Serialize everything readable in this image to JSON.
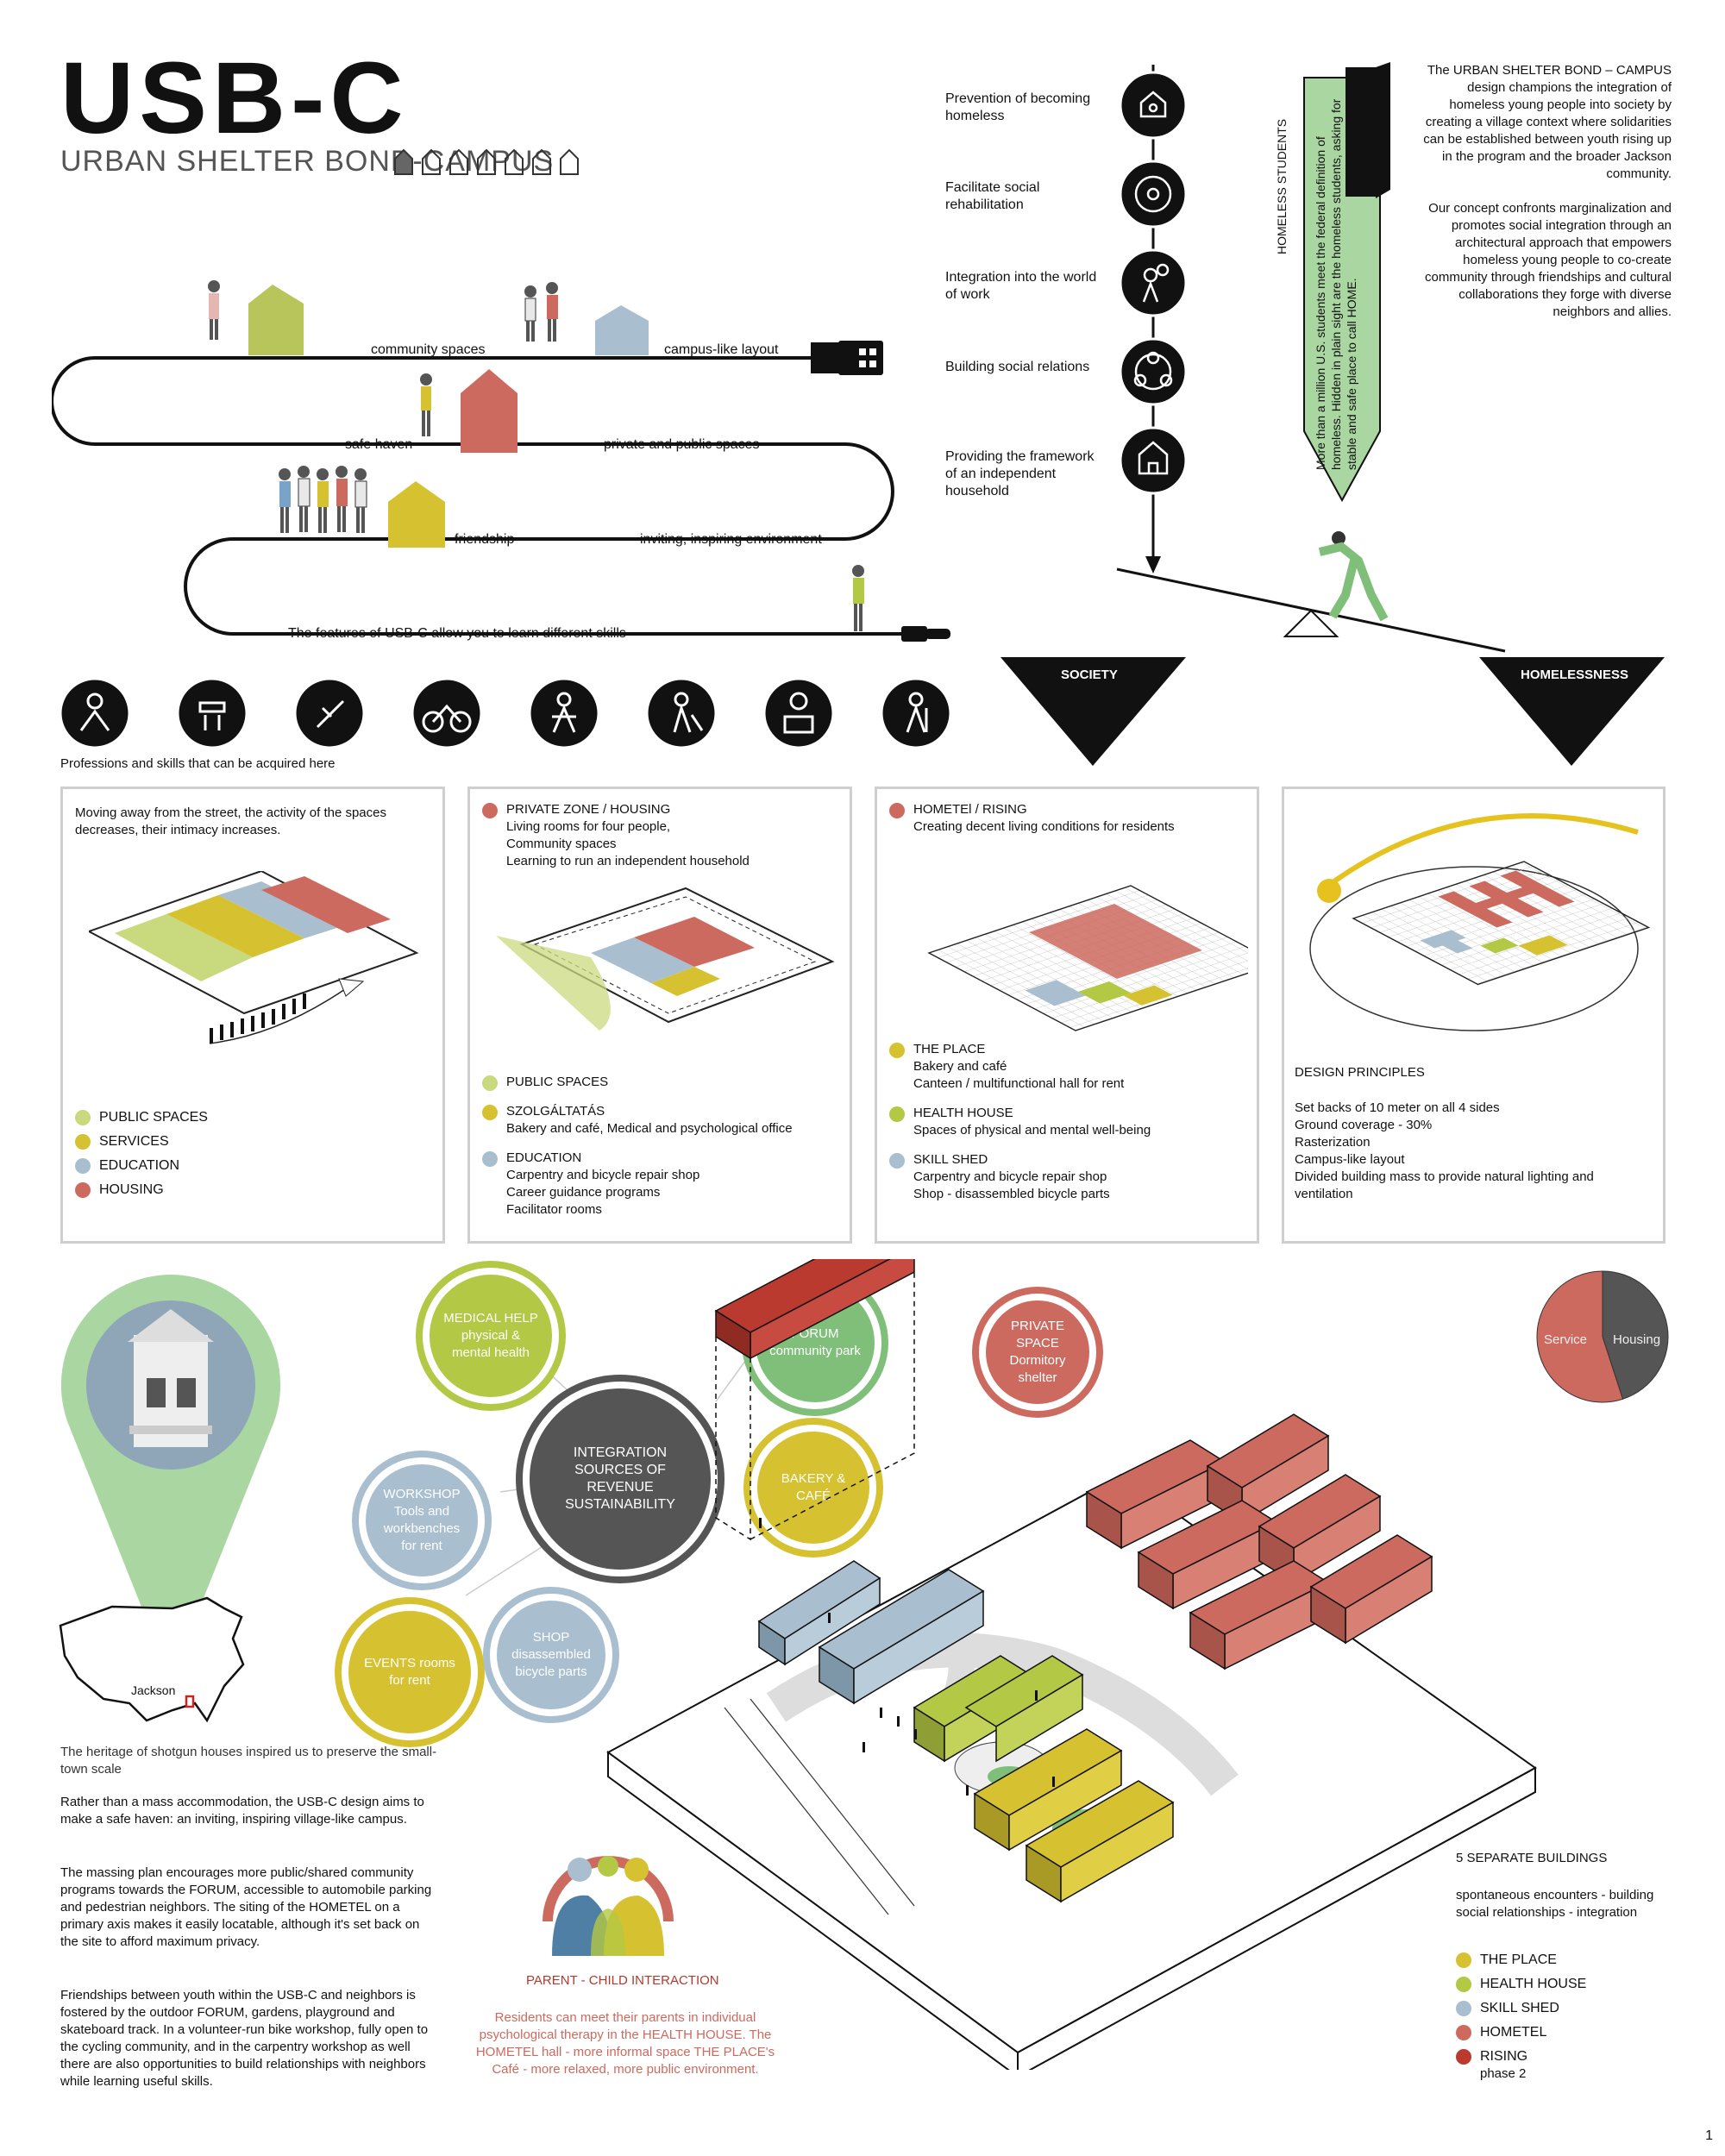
{
  "header": {
    "title": "USB-C",
    "subtitle": "URBAN SHELTER BOND-CAMPUS"
  },
  "road": {
    "labels": [
      "community spaces",
      "campus-like layout",
      "safe haven",
      "private and public spaces",
      "friendship",
      "inviting, inspiring environment",
      "The features of USB-C allow you to learn different skills"
    ]
  },
  "aims": [
    "Prevention of becoming homeless",
    "Facilitate social rehabilitation",
    "Integration into the world of work",
    "Building social relations",
    "Providing the framework of an independent household"
  ],
  "homeless": {
    "vertical_label": "HOMELESS STUDENTS",
    "arrow_text": "More than a million U.S. students meet the federal definition of homeless. Hidden in plain sight are the homeless students, asking for stable and safe place to call HOME."
  },
  "intro": {
    "p1": "The URBAN SHELTER BOND – CAMPUS design champions the integration of homeless young people into society by creating a village context where solidarities can be established between youth rising up in the program and the broader Jackson community.",
    "p2": "Our concept confronts marginalization and promotes social integration through an architectural approach that empowers homeless young people to co-create community through friendships and cultural collaborations they forge with diverse neighbors and allies."
  },
  "seesaw": {
    "left": "SOCIETY",
    "right": "HOMELESSNESS"
  },
  "skills_caption": "Professions and skills that can be acquired here",
  "panel1": {
    "text": "Moving away from the street, the activity of the spaces decreases, their intimacy increases.",
    "legend": [
      "PUBLIC SPACES",
      "SERVICES",
      "EDUCATION",
      "HOUSING"
    ]
  },
  "panel2": {
    "top_title": "PRIVATE ZONE / HOUSING",
    "top_lines": [
      "Living rooms for four people,",
      "Community spaces",
      "Learning to run an independent household"
    ],
    "items": [
      {
        "title": "PUBLIC SPACES",
        "lines": []
      },
      {
        "title": "SZOLGÁLTATÁS",
        "lines": [
          "Bakery and café, Medical and psychological office"
        ]
      },
      {
        "title": "EDUCATION",
        "lines": [
          "Carpentry and bicycle repair shop",
          "Career guidance programs",
          "Facilitator rooms"
        ]
      }
    ]
  },
  "panel3": {
    "top_title": "HOMETEl / RISING",
    "top_lines": [
      "Creating decent living conditions for residents"
    ],
    "items": [
      {
        "title": "THE PLACE",
        "lines": [
          "Bakery and café",
          "Canteen / multifunctional hall for rent"
        ]
      },
      {
        "title": "HEALTH HOUSE",
        "lines": [
          "Spaces of physical and mental well-being"
        ]
      },
      {
        "title": "SKILL SHED",
        "lines": [
          "Carpentry and bicycle repair shop",
          "Shop - disassembled bicycle parts"
        ]
      }
    ]
  },
  "panel4": {
    "title": "DESIGN PRINCIPLES",
    "lines": [
      "Set backs of 10 meter on all 4 sides",
      "Ground coverage - 30%",
      "Rasterization",
      "Campus-like layout",
      "Divided building mass to provide natural lighting and ventilation"
    ]
  },
  "bubbles": {
    "center": "INTEGRATION SOURCES OF REVENUE SUSTAINABILITY",
    "medical": "MEDICAL HELP physical & mental health",
    "forum": "FORUM community park",
    "bakery": "BAKERY & CAFÉ",
    "workshop": "WORKSHOP Tools and workbenches for rent",
    "events": "EVENTS rooms for rent",
    "shop": "SHOP disassembled bicycle parts",
    "private": "PRIVATE SPACE Dormitory shelter"
  },
  "pie": {
    "labels": [
      "Service",
      "Housing"
    ],
    "values": [
      45,
      55
    ],
    "colors": [
      "#555555",
      "#cd6a5f"
    ]
  },
  "map": {
    "city": "Jackson"
  },
  "left_text": {
    "p0": "The heritage of shotgun houses inspired us to preserve the small-town scale",
    "p1": "Rather than a mass accommodation, the USB-C design aims to make a safe haven: an inviting, inspiring village-like campus.",
    "p2": "The massing plan encourages more public/shared community programs towards the FORUM, accessible to automobile parking and pedestrian neighbors. The siting of the HOMETEL on a primary axis makes it easily locatable, although it's set back on the site to afford maximum privacy.",
    "p3": "Friendships between youth within the USB-C and neighbors is fostered by the outdoor FORUM, gardens, playground and skateboard track. In a volunteer-run bike workshop, fully open to the cycling community, and in the carpentry workshop as well there are also opportunities to build relationships with neighbors while learning useful skills."
  },
  "parent_child": {
    "title": "PARENT - CHILD INTERACTION",
    "text": "Residents can meet their parents in individual psychological therapy in the HEALTH HOUSE. The HOMETEL hall - more informal space THE PLACE's Café - more relaxed, more public environment."
  },
  "buildings": {
    "title": "5 SEPARATE BUILDINGS",
    "subtitle": "spontaneous encounters - building social relationships - integration",
    "legend": [
      "THE PLACE",
      "HEALTH HOUSE",
      "SKILL SHED",
      "HOMETEL",
      "RISING"
    ],
    "phase": "phase 2"
  },
  "page_number": "1",
  "colors": {
    "public": "#c9d97e",
    "services": "#d6c230",
    "education": "#a9bfd0",
    "housing": "#cd6a5f",
    "rising": "#bb3a2f",
    "green": "#a9d6a1",
    "health": "#b3c844"
  }
}
